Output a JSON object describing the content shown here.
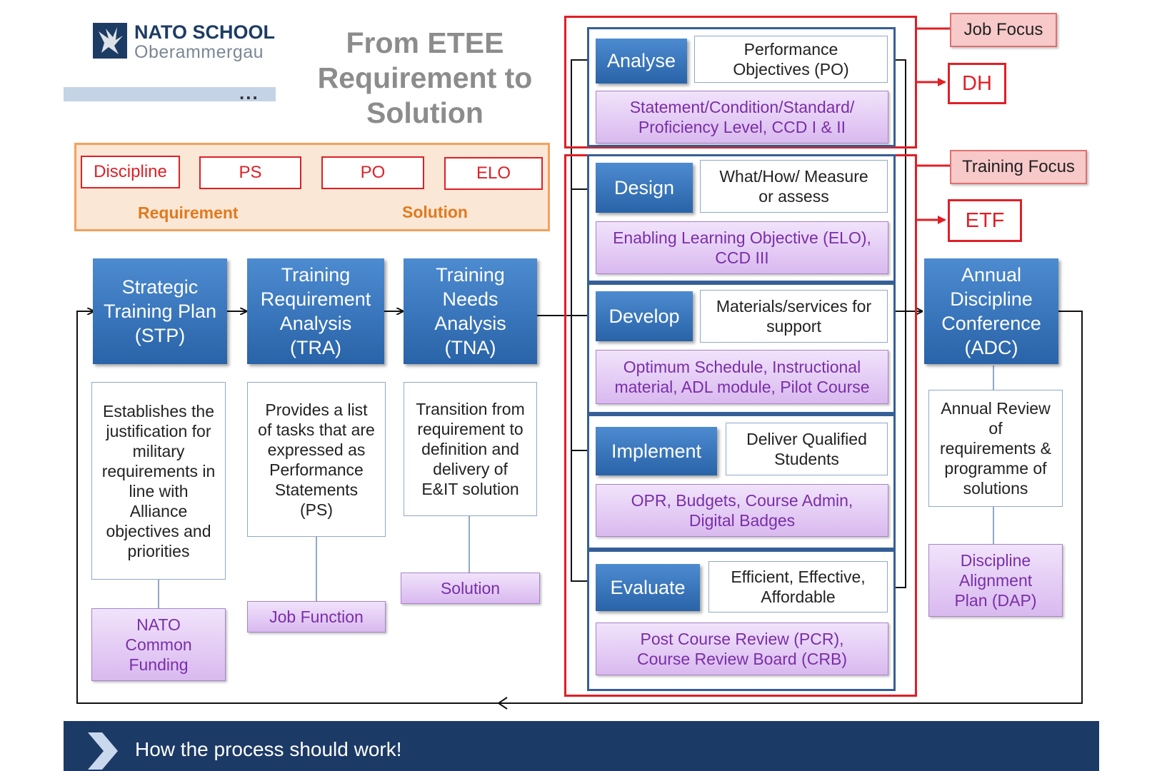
{
  "header": {
    "logo_name": "NATO SCHOOL",
    "logo_place": "Oberammergau",
    "title_lines": [
      "From ETEE",
      "Requirement to",
      "Solution"
    ],
    "ellipsis": "..."
  },
  "requirement_flow": {
    "steps": [
      "Discipline",
      "PS",
      "PO",
      "ELO"
    ],
    "left_label": "Requirement",
    "right_label": "Solution"
  },
  "process": [
    {
      "title": "Strategic Training Plan (STP)",
      "description": "Establishes the justification for military requirements in line with Alliance objectives and priorities",
      "output": "NATO Common Funding"
    },
    {
      "title": "Training Requirement Analysis (TRA)",
      "description": "Provides a list of tasks that are expressed as Performance Statements (PS)",
      "output": "Job Function"
    },
    {
      "title": "Training Needs Analysis (TNA)",
      "description": "Transition from requirement to definition and delivery of E&IT solution",
      "output": "Solution"
    }
  ],
  "phases": [
    {
      "name": "Analyse",
      "detail": "Performance Objectives (PO)",
      "output": "Statement/Condition/Standard/ Proficiency Level, CCD I & II"
    },
    {
      "name": "Design",
      "detail": "What/How/ Measure or assess",
      "output": "Enabling Learning Objective (ELO), CCD III"
    },
    {
      "name": "Develop",
      "detail": "Materials/services for support",
      "output": "Optimum Schedule, Instructional material, ADL module, Pilot Course"
    },
    {
      "name": "Implement",
      "detail": "Deliver Qualified Students",
      "output": "OPR, Budgets, Course Admin, Digital Badges"
    },
    {
      "name": "Evaluate",
      "detail": "Efficient, Effective, Affordable",
      "output": "Post Course Review (PCR), Course Review Board (CRB)"
    }
  ],
  "focus": {
    "job_focus": "Job Focus",
    "job_owner": "DH",
    "training_focus": "Training Focus",
    "training_owner": "ETF"
  },
  "adc": {
    "title": "Annual Discipline Conference (ADC)",
    "description": "Annual Review of requirements & programme of solutions",
    "output": "Discipline Alignment Plan (DAP)"
  },
  "footer": {
    "text": "How the process should work!"
  },
  "colors": {
    "primary_blue": "#2963a8",
    "navy": "#1c3a66",
    "red": "#e01f26",
    "orange": "#f2a25c",
    "purple_text": "#7a2ea8"
  }
}
